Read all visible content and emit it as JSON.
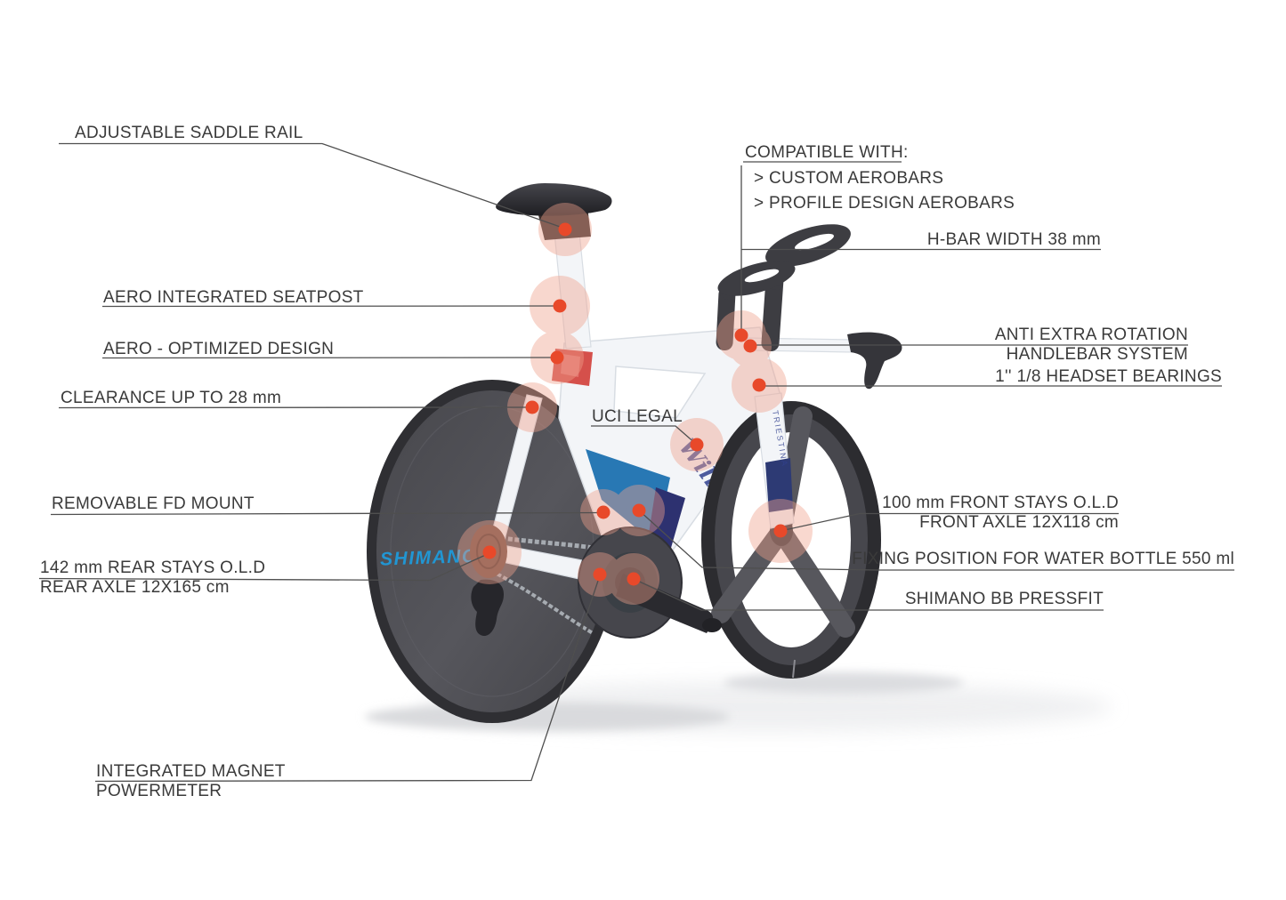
{
  "labels": {
    "adjustable_saddle_rail": "ADJUSTABLE SADDLE RAIL",
    "compatible_with": "COMPATIBLE WITH:",
    "compatible_item_1": "> CUSTOM AEROBARS",
    "compatible_item_2": "> PROFILE DESIGN AEROBARS",
    "h_bar_width": "H-BAR WIDTH 38 mm",
    "aero_integrated_seatpost": "AERO INTEGRATED SEATPOST",
    "aero_optimized_design": "AERO - OPTIMIZED DESIGN",
    "anti_extra_rotation_1": "ANTI EXTRA ROTATION",
    "anti_extra_rotation_2": "HANDLEBAR SYSTEM",
    "headset_bearings": "1'' 1/8 HEADSET BEARINGS",
    "clearance": "CLEARANCE UP TO 28 mm",
    "uci_legal": "UCI LEGAL",
    "removable_fd_mount": "REMOVABLE FD MOUNT",
    "front_stays_1": "100 mm FRONT STAYS O.L.D",
    "front_stays_2": "FRONT AXLE 12X118 cm",
    "water_bottle": "FIXING POSITION FOR WATER BOTTLE 550 ml",
    "rear_stays_1": "142 mm REAR STAYS O.L.D",
    "rear_stays_2": "REAR AXLE 12X165 cm",
    "shimano_bb": "SHIMANO BB PRESSFIT",
    "integrated_magnet_1": "INTEGRATED MAGNET",
    "integrated_magnet_2": "POWERMETER"
  },
  "bike": {
    "wheel_brand": "SHIMANO",
    "frame_logo": "Wilier",
    "fork_text": "TRIESTINA"
  },
  "colors": {
    "dot": "#e8492a",
    "halo": "#f0a18c",
    "line": "#4f4f4f",
    "text": "#3a3a3a",
    "shimano_blue": "#2196d3",
    "frame_panel_blue": "#2878b4",
    "frame_panel_navy": "#2d3170",
    "seat_tube_patch_red": "#d5504b",
    "fork_panel_navy": "#2d3a74"
  }
}
